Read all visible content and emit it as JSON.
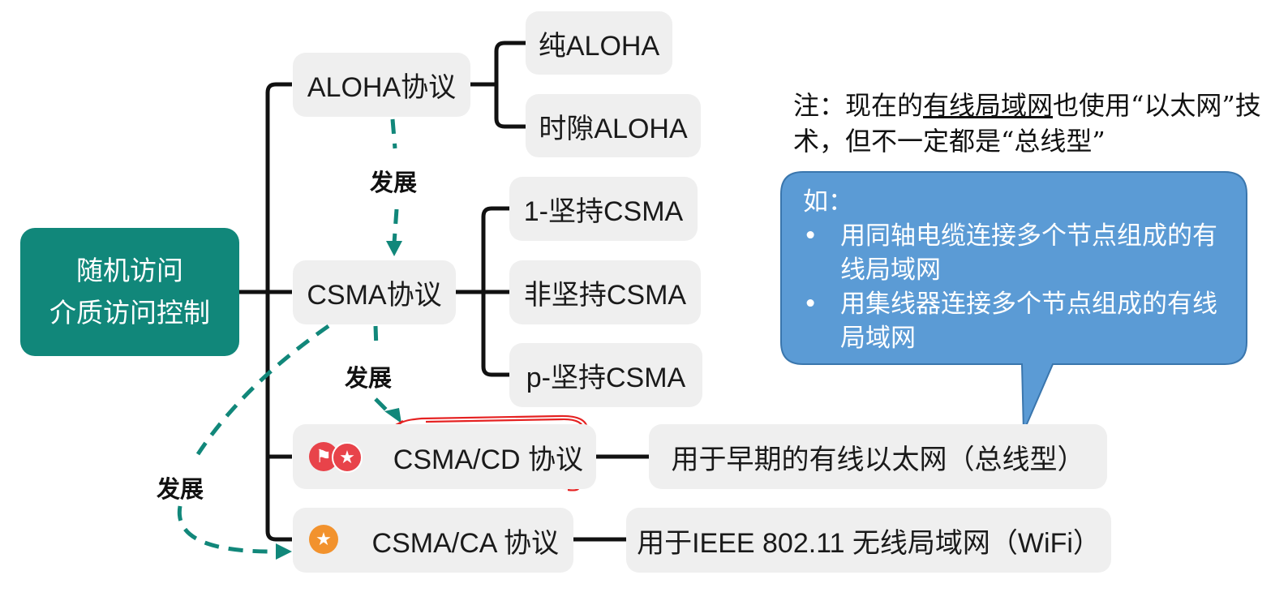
{
  "colors": {
    "root_bg": "#11877a",
    "node_bg": "#efefef",
    "arrow": "#11877a",
    "bubble": "#5b9bd5",
    "flag_icon": "#e8434a",
    "star_icon": "#f2922d",
    "highlight": "#e52222"
  },
  "root": {
    "line1": "随机访问",
    "line2": "介质访问控制"
  },
  "protocols": {
    "aloha": "ALOHA协议",
    "csma": "CSMA协议",
    "csmacd": "CSMA/CD 协议",
    "csmaca": "CSMA/CA 协议"
  },
  "aloha_children": {
    "pure": "纯ALOHA",
    "slotted": "时隙ALOHA"
  },
  "csma_children": {
    "one": "1-坚持CSMA",
    "non": "非坚持CSMA",
    "p": "p-坚持CSMA"
  },
  "descriptions": {
    "csmacd": "用于早期的有线以太网（总线型）",
    "csmaca": "用于IEEE 802.11 无线局域网（WiFi）"
  },
  "arrow_labels": {
    "aloha_to_csma": "发展",
    "csma_to_cd": "发展",
    "csma_to_ca": "发展"
  },
  "icons": [
    "flag-icon",
    "star-icon",
    "star-icon"
  ],
  "note": {
    "prefix": "注：现在的",
    "underlined": "有线局域网",
    "suffix": "也使用“以太网”技术，但不一定都是“总线型”"
  },
  "bubble": {
    "heading": "如：",
    "bullets": [
      "用同轴电缆连接多个节点组成的有线局域网",
      "用集线器连接多个节点组成的有线局域网"
    ]
  }
}
